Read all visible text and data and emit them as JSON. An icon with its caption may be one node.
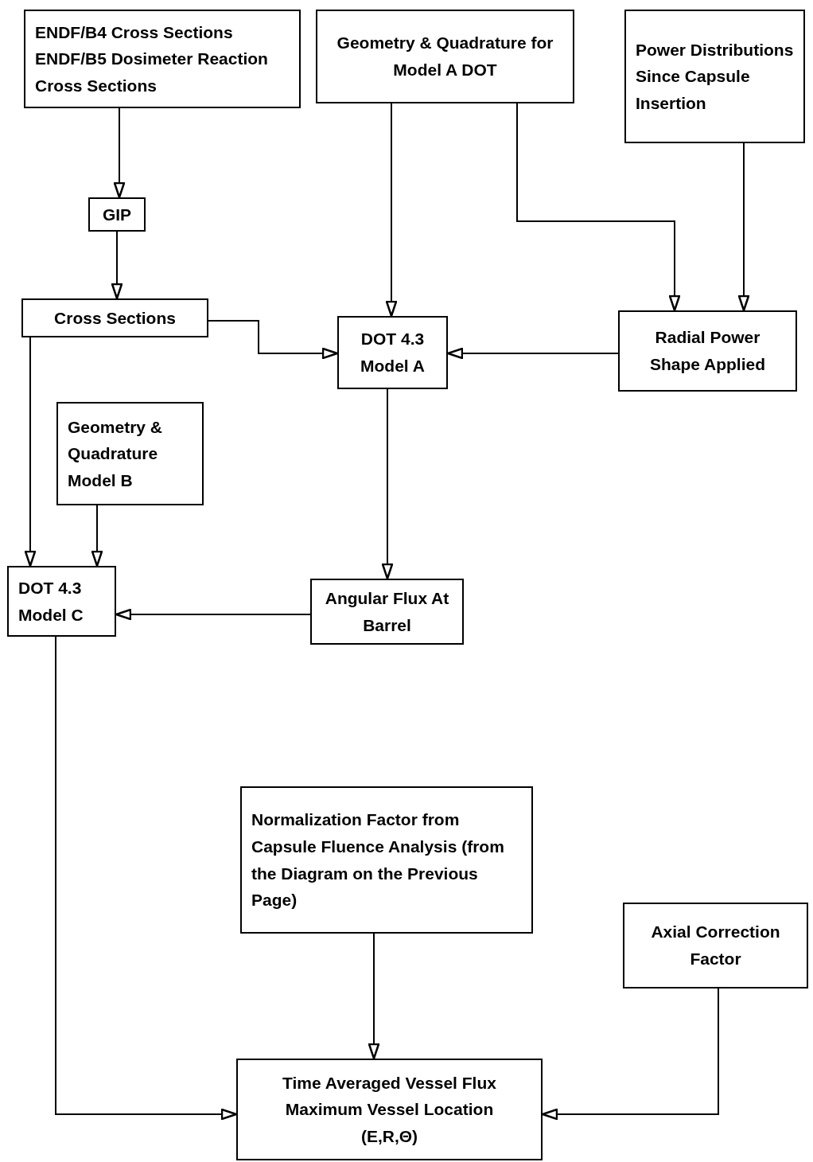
{
  "diagram": {
    "nodes": [
      {
        "text": [
          "ENDF/B4 Cross Sections",
          "ENDF/B5 Dosimeter Reaction Cross Sections"
        ]
      },
      {
        "text": [
          "Geometry & Quadrature for Model A DOT"
        ]
      },
      {
        "text": [
          "Power Distributions Since Capsule Insertion"
        ]
      },
      {
        "text": [
          "GIP"
        ]
      },
      {
        "text": [
          "Cross Sections"
        ]
      },
      {
        "text": [
          "DOT 4.3 Model A"
        ]
      },
      {
        "text": [
          "Radial Power Shape Applied"
        ]
      },
      {
        "text": [
          "Geometry & Quadrature Model B"
        ]
      },
      {
        "text": [
          "DOT 4.3 Model C"
        ]
      },
      {
        "text": [
          "Angular Flux At Barrel"
        ]
      },
      {
        "text": [
          "Normalization Factor from Capsule Fluence Analysis (from the Diagram on the Previous Page)"
        ]
      },
      {
        "text": [
          "Axial Correction Factor"
        ]
      },
      {
        "text": [
          "Time Averaged Vessel Flux",
          "Maximum Vessel Location",
          "(E,R,Θ)"
        ]
      }
    ],
    "edges": [
      {
        "from": 0,
        "to": 3,
        "arrow": "to"
      },
      {
        "from": 3,
        "to": 4,
        "arrow": "to"
      },
      {
        "from": 4,
        "to": 5,
        "arrow": "to"
      },
      {
        "from": 1,
        "to": 5,
        "arrow": "to"
      },
      {
        "from": 1,
        "to": 6,
        "arrow": "to"
      },
      {
        "from": 2,
        "to": 6,
        "arrow": "to"
      },
      {
        "from": 6,
        "to": 5,
        "arrow": "to"
      },
      {
        "from": 5,
        "to": 9,
        "arrow": "to"
      },
      {
        "from": 4,
        "to": 8,
        "arrow": "to"
      },
      {
        "from": 7,
        "to": 8,
        "arrow": "to"
      },
      {
        "from": 9,
        "to": 8,
        "arrow": "to"
      },
      {
        "from": 8,
        "to": 12,
        "arrow": "to"
      },
      {
        "from": 10,
        "to": 12,
        "arrow": "to"
      },
      {
        "from": 11,
        "to": 12,
        "arrow": "to"
      }
    ]
  }
}
